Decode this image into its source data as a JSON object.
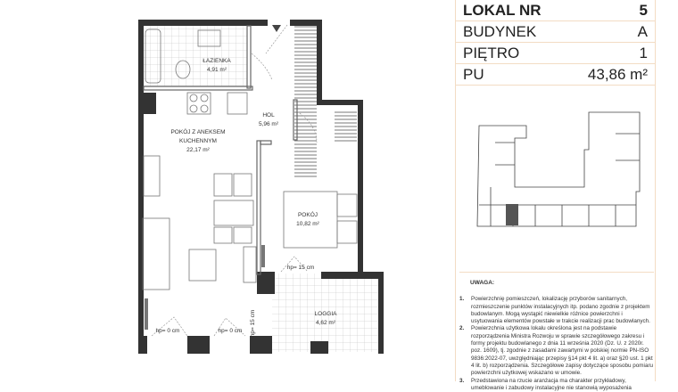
{
  "info": {
    "rows": [
      {
        "label": "LOKAL NR",
        "value": "5"
      },
      {
        "label": "BUDYNEK",
        "value": "A"
      },
      {
        "label": "PIĘTRO",
        "value": "1"
      },
      {
        "label": "PU",
        "value": "43,86 m²"
      }
    ]
  },
  "rooms": {
    "bathroom": {
      "name": "ŁAZIENKA",
      "area": "4,91 m²"
    },
    "hall": {
      "name": "HOL",
      "area": "5,96 m²"
    },
    "living": {
      "name1": "POKÓJ Z ANEKSEM",
      "name2": "KUCHENNYM",
      "area": "22,17 m²"
    },
    "room": {
      "name": "POKÓJ",
      "area": "10,82 m²"
    },
    "loggia": {
      "name": "LOGGIA",
      "area": "4,62 m²"
    }
  },
  "door_heights": {
    "room_window": "hp= 15 cm",
    "living_window_1": "hp= 0 cm",
    "living_window_2": "hp= 0 cm",
    "loggia_door": "hp= 15 cm"
  },
  "notes": {
    "title": "UWAGA:",
    "items": [
      {
        "num": "1.",
        "text": "Powierzchnię pomieszczeń, lokalizację przyborów sanitarnych, rozmieszczenie punktów instalacyjnych itp. podano zgodnie z projektem budowlanym. Mogą wystąpić niewielkie różnice powierzchni i usytuowania elementów powstałe w trakcie realizacji prac budowlanych."
      },
      {
        "num": "2.",
        "text": "Powierzchnia użytkowa lokalu określona jest na podstawie rozporządzenia Ministra Rozwoju w sprawie szczegółowego zakresu i formy projektu budowlanego z dnia 11 września 2020 (Dz. U. z 2020r. poz. 1609), tj. zgodnie z zasadami zawartymi w polskiej normie PN-ISO 9836:2022-07, uwzględniając przepisy §14 pkt 4 lit. a) oraz §20 ust. 1 pkt 4 lit. b) rozporządzenia. Szczegółowe zapisy dotyczące sposobu pomiaru powierzchni użytkowej wskazano w umowie."
      },
      {
        "num": "3.",
        "text": "Przedstawiona na rzucie aranżacja ma charakter przykładowy, umeblowanie i zabudowy instalacyjne nie stanowią wyposażenia"
      }
    ]
  },
  "colors": {
    "wall": "#333333",
    "border": "#f3dcc4",
    "highlight": "#555555"
  }
}
